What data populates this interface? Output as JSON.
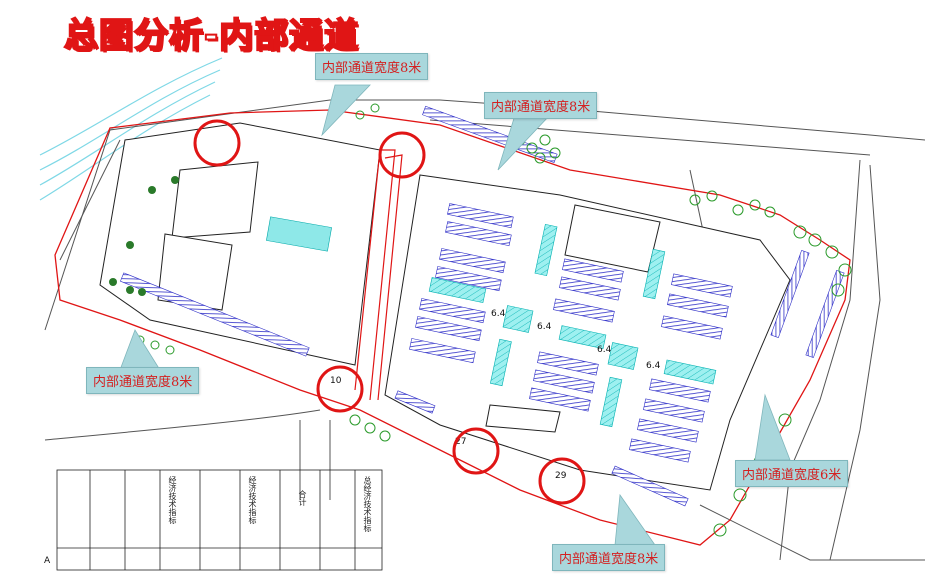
{
  "title": "总图分析-内部通道",
  "callouts": {
    "top_left": "内部通道宽度8米",
    "top_center": "内部通道宽度8米",
    "left": "内部通道宽度8米",
    "right": "内部通道宽度6米",
    "bottom": "内部通道宽度8米"
  },
  "table": {
    "header": "总经济技术指标",
    "col_a": "经济技术指标",
    "col_b": "经济技术指标",
    "col_c": "合计"
  },
  "colors": {
    "title": "#e01515",
    "callout_bg": "#a9d7dc",
    "callout_text": "#d42020",
    "marker_ring": "#e01515",
    "parking": "#3030c8",
    "green": "#00c8c8"
  }
}
